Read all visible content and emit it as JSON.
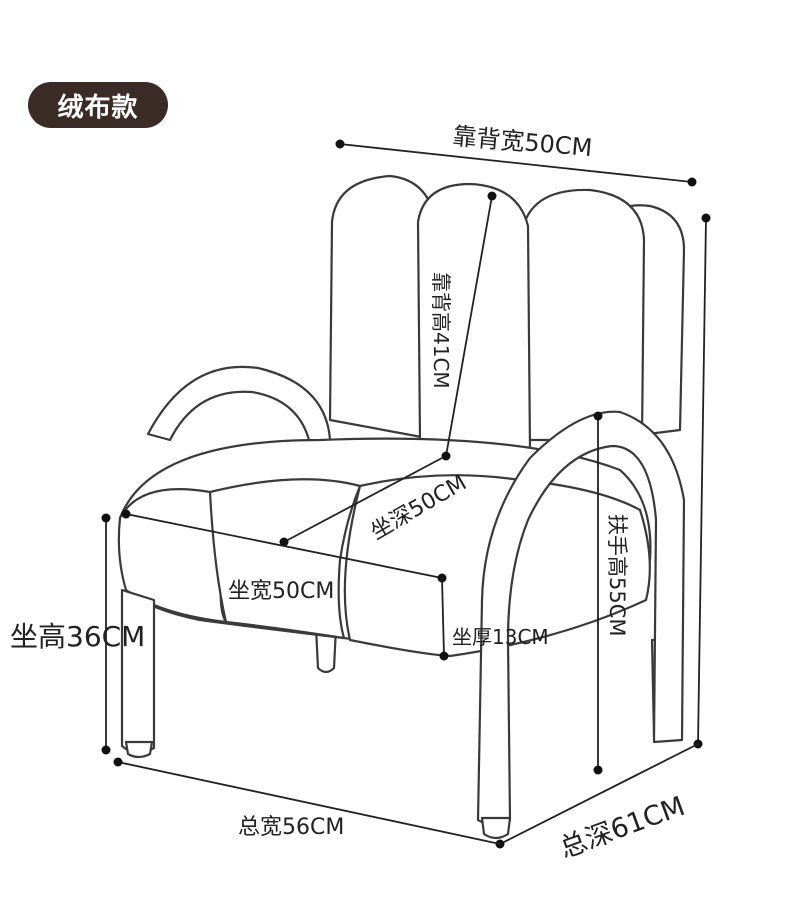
{
  "badge": {
    "label": "绒布款"
  },
  "dimensions": {
    "backrest_width": "靠背宽50CM",
    "backrest_height": "靠背高41CM",
    "seat_depth": "坐深50CM",
    "seat_width": "坐宽50CM",
    "seat_height": "坐高36CM",
    "seat_thickness": "坐厚13CM",
    "armrest_height": "扶手高55CM",
    "total_width": "总宽56CM",
    "total_depth": "总深61CM"
  }
}
